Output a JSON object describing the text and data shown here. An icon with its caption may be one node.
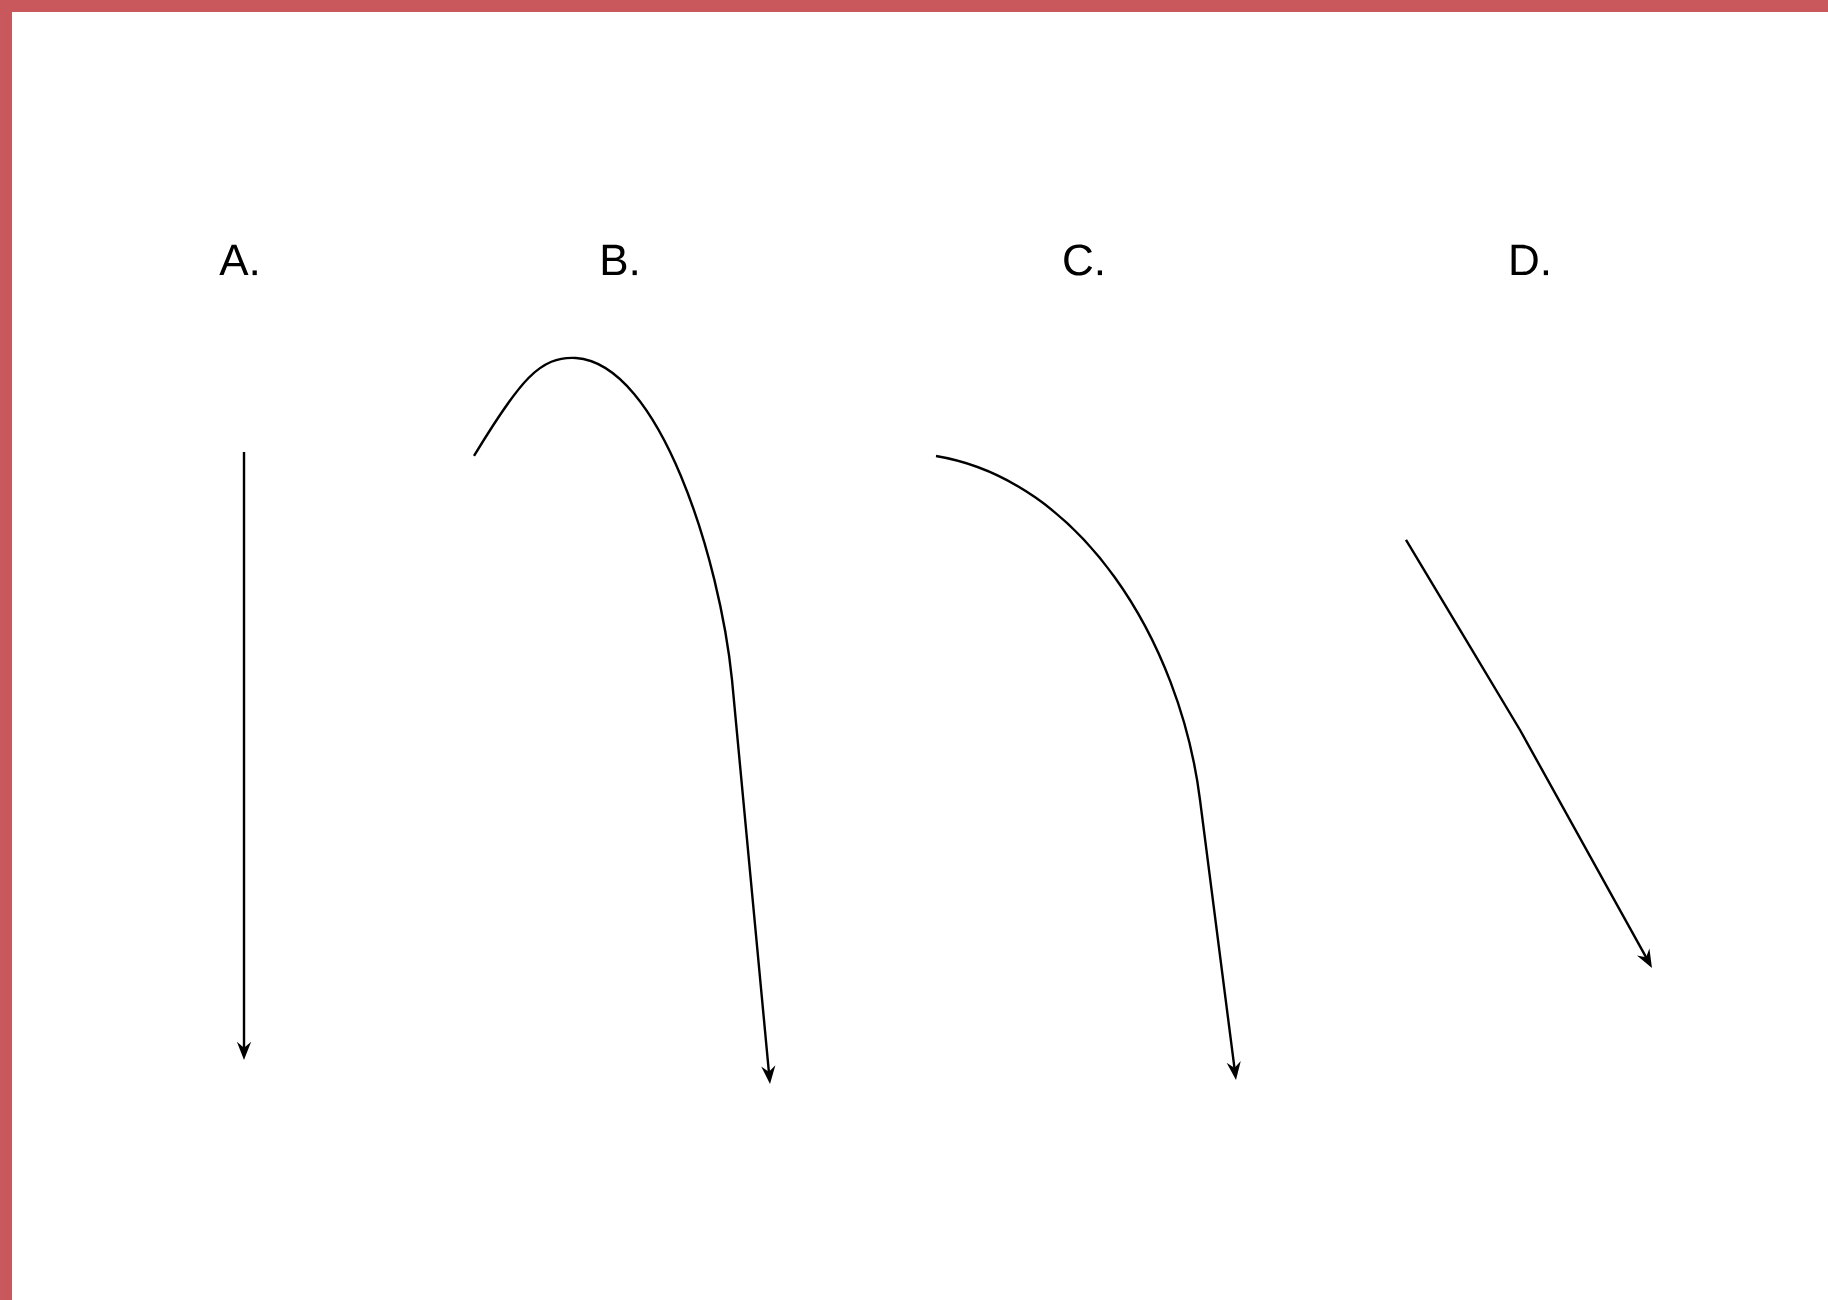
{
  "diagram": {
    "labels": [
      "A.",
      "B.",
      "C.",
      "D."
    ]
  }
}
